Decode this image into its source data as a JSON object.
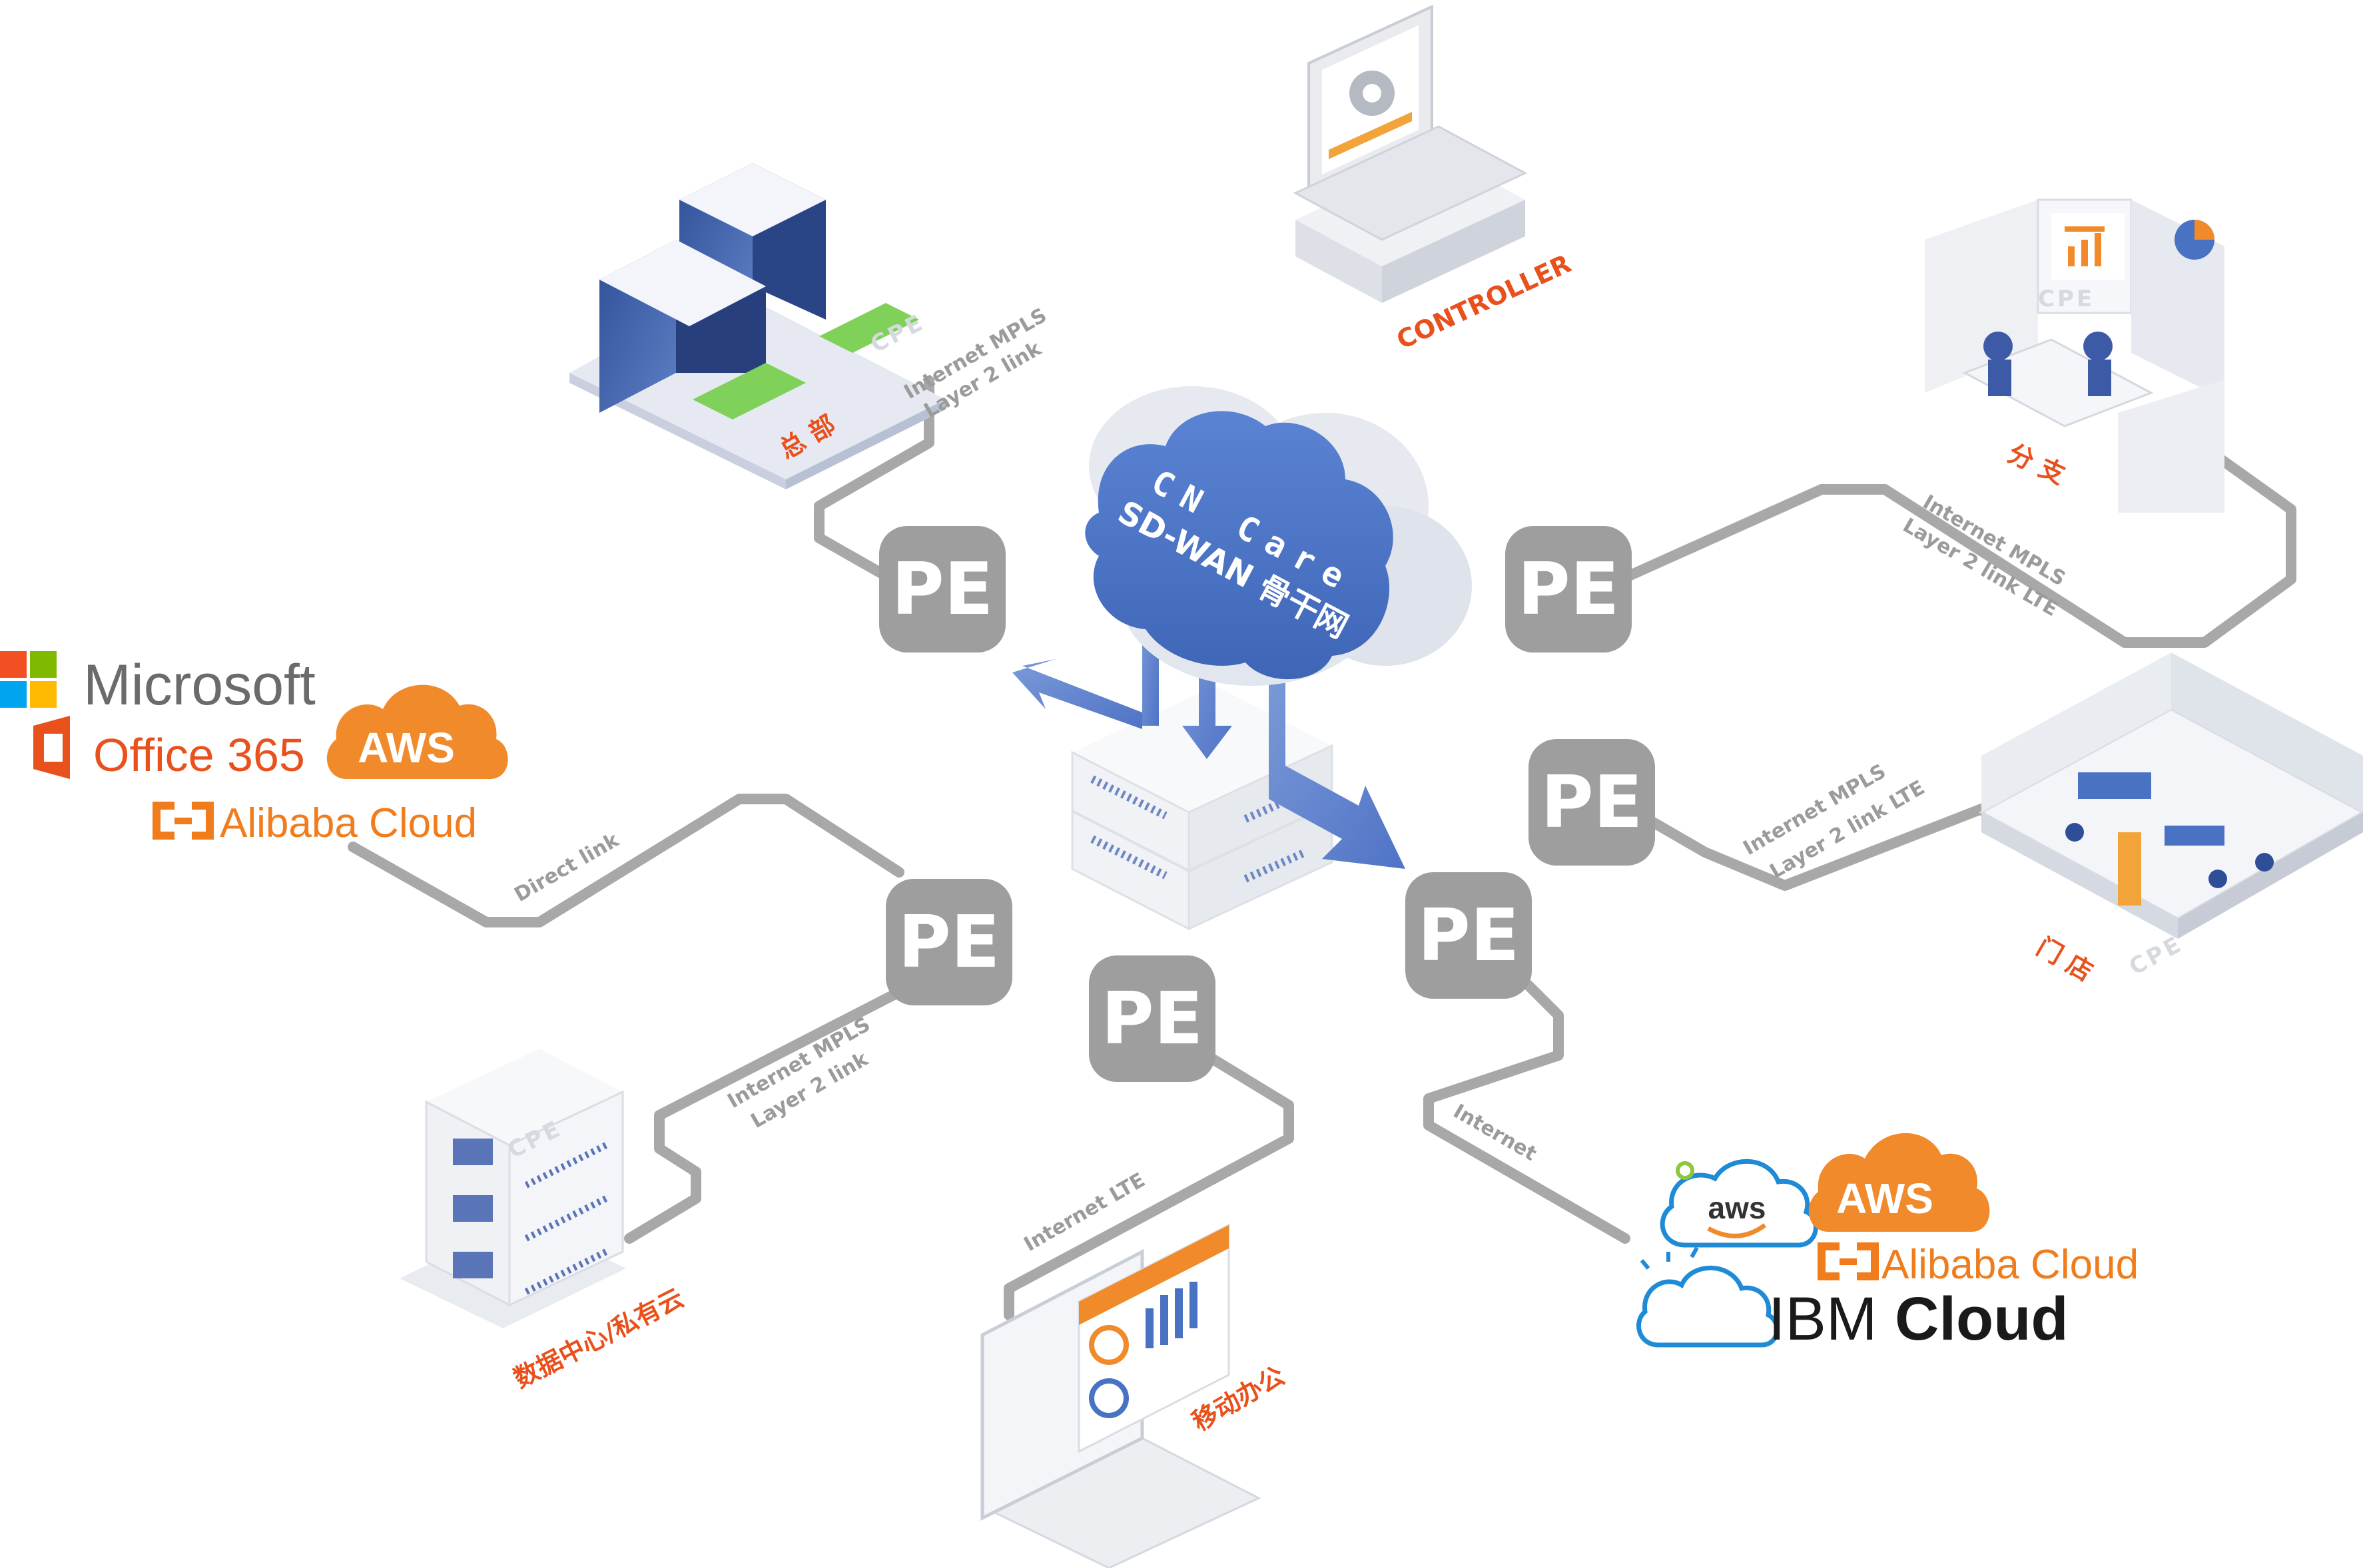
{
  "cloud": {
    "line1": "CN Care",
    "line2": "SD-WAN 骨干网"
  },
  "pe_label": "PE",
  "cpe_label": "CPE",
  "sites": {
    "hq": "总 部",
    "controller": "CONTROLLER",
    "branch": "分 支",
    "store": "门 店",
    "datacenter": "数据中心/私有云",
    "mobile": "移动办公"
  },
  "links": {
    "hq_line1": "Internet MPLS",
    "hq_line2": "Layer 2 link",
    "branch_line1": "Internet MPLS",
    "branch_line2": "Layer 2 link LTE",
    "store_line1": "Internet MPLS",
    "store_line2": "Layer 2 link LTE",
    "dc_line1": "Internet MPLS",
    "dc_line2": "Layer 2 link",
    "direct": "Direct link",
    "mobile": "Internet  LTE",
    "internet": "Internet"
  },
  "saas_left": {
    "microsoft": "Microsoft",
    "office": "Office 365",
    "aws": "AWS",
    "alibaba": "Alibaba Cloud"
  },
  "saas_right": {
    "aws_small": "aws",
    "aws": "AWS",
    "alibaba": "Alibaba Cloud",
    "ibm": "IBM",
    "ibm_cloud": "Cloud"
  },
  "colors": {
    "accent_orange": "#e8501c",
    "aws_orange": "#f08a2a",
    "cloud_blue": "#4a72c2",
    "pe_gray": "#9e9e9e",
    "cable_gray": "#a8a8a8"
  },
  "icons": [
    "microsoft-logo-icon",
    "office-logo-icon",
    "alibaba-logo-icon",
    "aws-cloud-icon",
    "ibm-cloud-icon"
  ]
}
